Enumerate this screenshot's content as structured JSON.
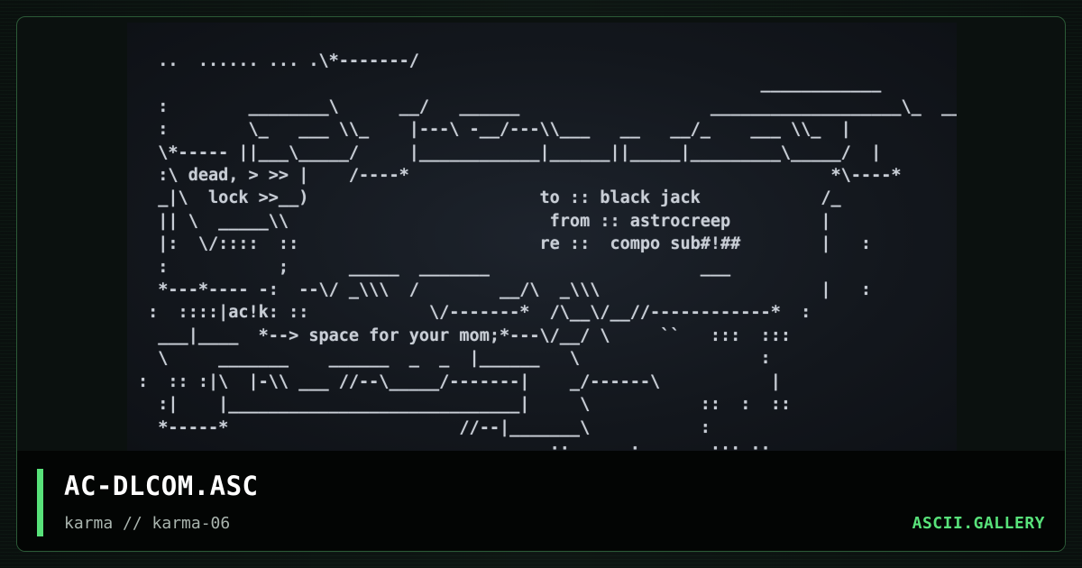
{
  "artwork": {
    "text": "  ..  ...... ... .\\*-------/\n                                                              ____________\n  :        ________\\      __/   ______                   ___________________\\_  ___/\n  :        \\_   ___ \\\\_    |---\\ -__/---\\\\___   __   __/_    ___ \\\\_  |\n  \\*----- ||___\\_____/     |____________|______||_____|_________\\_____/  |\n  :\\ dead, > >> |    /----*                                          *\\----*\n  _|\\  lock >>__)                       to :: black jack            /_\n  || \\  _____\\\\                          from :: astrocreep         |\n  |:  \\/::::  ::                        re ::  compo sub#!##        |   :\n  :           ;      _____  _______                     ___\n  *---*---- -:  --\\/ _\\\\\\  /        __/\\  _\\\\\\                      |   :\n :  ::::|ac!k: ::            \\/-------*  /\\__\\/__//------------*  :\n  ___|____  *--> space for your mom;*---\\/__/ \\     ``   :::  :::\n  \\     _______    ______  _  _  |______   \\                  :\n:  :: :|\\  |-\\\\ ___ //--\\_____/-------|    _/------\\           |\n  :|    |_____________________________|     \\           ::  :  ::\n  *-----*                       //--|_______\\           :\n                                         ::      :       ::: ::"
  },
  "footer": {
    "title": "AC-DLCOM.ASC",
    "subtitle": "karma // karma-06",
    "brand": "ASCII.GALLERY"
  },
  "colors": {
    "accent": "#58e27a",
    "title": "#ffffff",
    "subtitle": "#a9b4ae",
    "art_text": "#c9ced6",
    "border": "#2c5a37"
  }
}
